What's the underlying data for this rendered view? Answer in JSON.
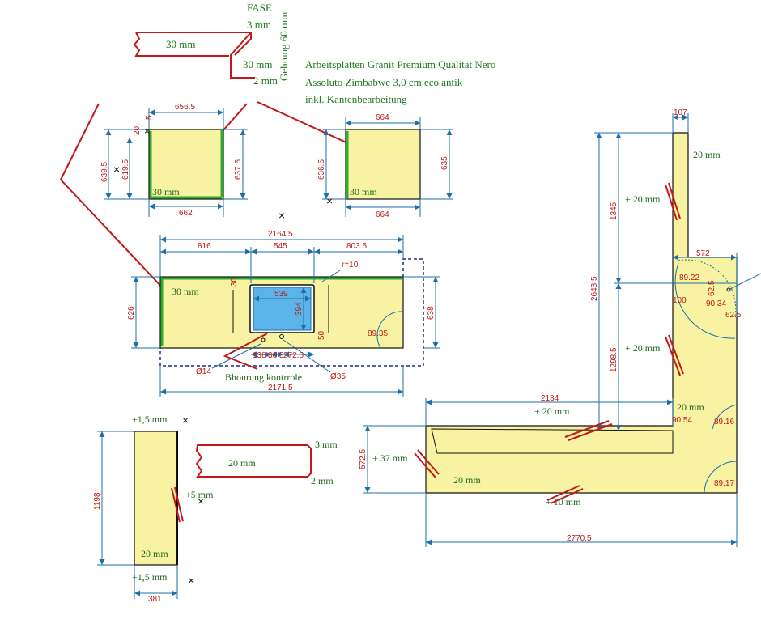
{
  "header": {
    "fase_label": "FASE",
    "fase_3mm": "3 mm",
    "fase_30mm_a": "30 mm",
    "fase_30mm_b": "30 mm",
    "fase_2mm": "2 mm",
    "gehrung": "Gehrung 60 mm",
    "spec_line1": "Arbeitsplatten Granit Premium Qualität Nero",
    "spec_line2": "Assoluto Zimbabwe 3,0 cm eco antik",
    "spec_line3": "inkl. Kantenbearbeitung"
  },
  "panel_a": {
    "dim_top": "656.5",
    "dim_bottom": "662",
    "dim_left": "639.5",
    "dim_left2": "619.5",
    "dim_right": "637.5",
    "dim_small1": "20",
    "dim_small2": "5",
    "thickness": "30 mm"
  },
  "panel_b": {
    "dim_top": "664",
    "dim_bottom": "664",
    "dim_left": "636.5",
    "dim_right": "635",
    "thickness": "30 mm"
  },
  "counter_main": {
    "dim_total_top": "2164.5",
    "dim_seg1": "816",
    "dim_seg2": "545",
    "dim_seg3": "803.5",
    "radius": "r=10",
    "sink_w": "539",
    "sink_h": "394",
    "dim_left": "626",
    "dim_right": "638",
    "dim_small_top": "30",
    "dim_small_right": "50",
    "angle": "89.35",
    "dim_b1": "138",
    "dim_b2": "36.5",
    "dim_b3": "272.5",
    "hole1": "Ø14",
    "hole2": "Ø35",
    "bore_label": "Bhourung kontrrole",
    "dim_total_bottom": "2171.5",
    "thickness": "30 mm"
  },
  "strip": {
    "plus_top": "+1,5 mm",
    "plus_mid": "+5 mm",
    "plus_bottom": "+1,5 mm",
    "dim_height": "1198",
    "dim_width": "381",
    "thickness": "20 mm"
  },
  "edge_detail": {
    "thickness": "20 mm",
    "top_mm": "3  mm",
    "bottom_mm": "2 mm"
  },
  "l_shape": {
    "dim_top_narrow": "107",
    "thickness_top": "20 mm",
    "dim_1345": "1345",
    "plus20_a": "+ 20 mm",
    "dim_2643": "2643.5",
    "dim_572": "572",
    "ang_8922": "89.22",
    "dim_62a": "62.5",
    "ang_9034": "90.34",
    "dim_62b": "62.5",
    "dim_100": "100",
    "dim_1298": "1298.5",
    "plus20_b": "+ 20 mm",
    "dim_2184": "2184",
    "plus20_c": "+ 20 mm",
    "thickness_mid": "20 mm",
    "ang_9054": "90.54",
    "ang_8916": "89.16",
    "dim_5725": "572.5",
    "plus37": "+ 37 mm",
    "thickness_bottom": "20 mm",
    "ang_8917": "89.17",
    "plus10": "+ 10 mm",
    "dim_27705": "2770.5"
  }
}
